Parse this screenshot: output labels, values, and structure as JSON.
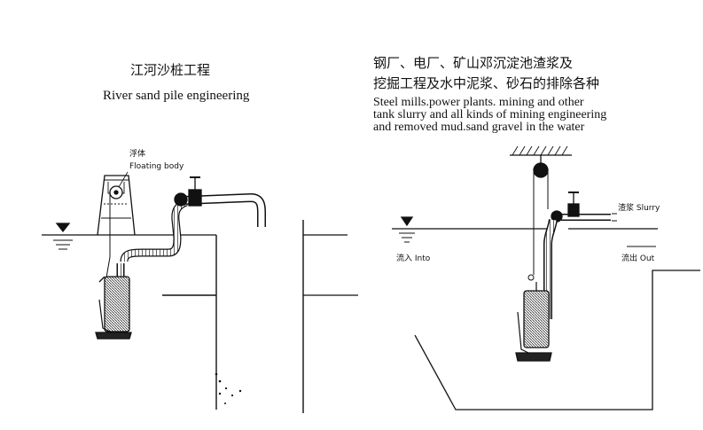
{
  "left_panel": {
    "title_cn": "江河沙桩工程",
    "title_en": "River sand pile engineering",
    "float_label_cn": "浮体",
    "float_label_en": "Floating body"
  },
  "right_panel": {
    "title_cn_line1": "钢厂、电厂、矿山邓沉淀池渣浆及",
    "title_cn_line2": "挖掘工程及水中泥浆、砂石的排除各种",
    "desc_en_line1": "Steel mills.power plants. mining and other",
    "desc_en_line2": "tank slurry and all kinds of  mining engineering",
    "desc_en_line3": "and removed mud.sand gravel in the water",
    "slurry_label": "渣浆  Slurry",
    "inflow_label": "流入 Into",
    "outflow_label": "流出 Out"
  }
}
